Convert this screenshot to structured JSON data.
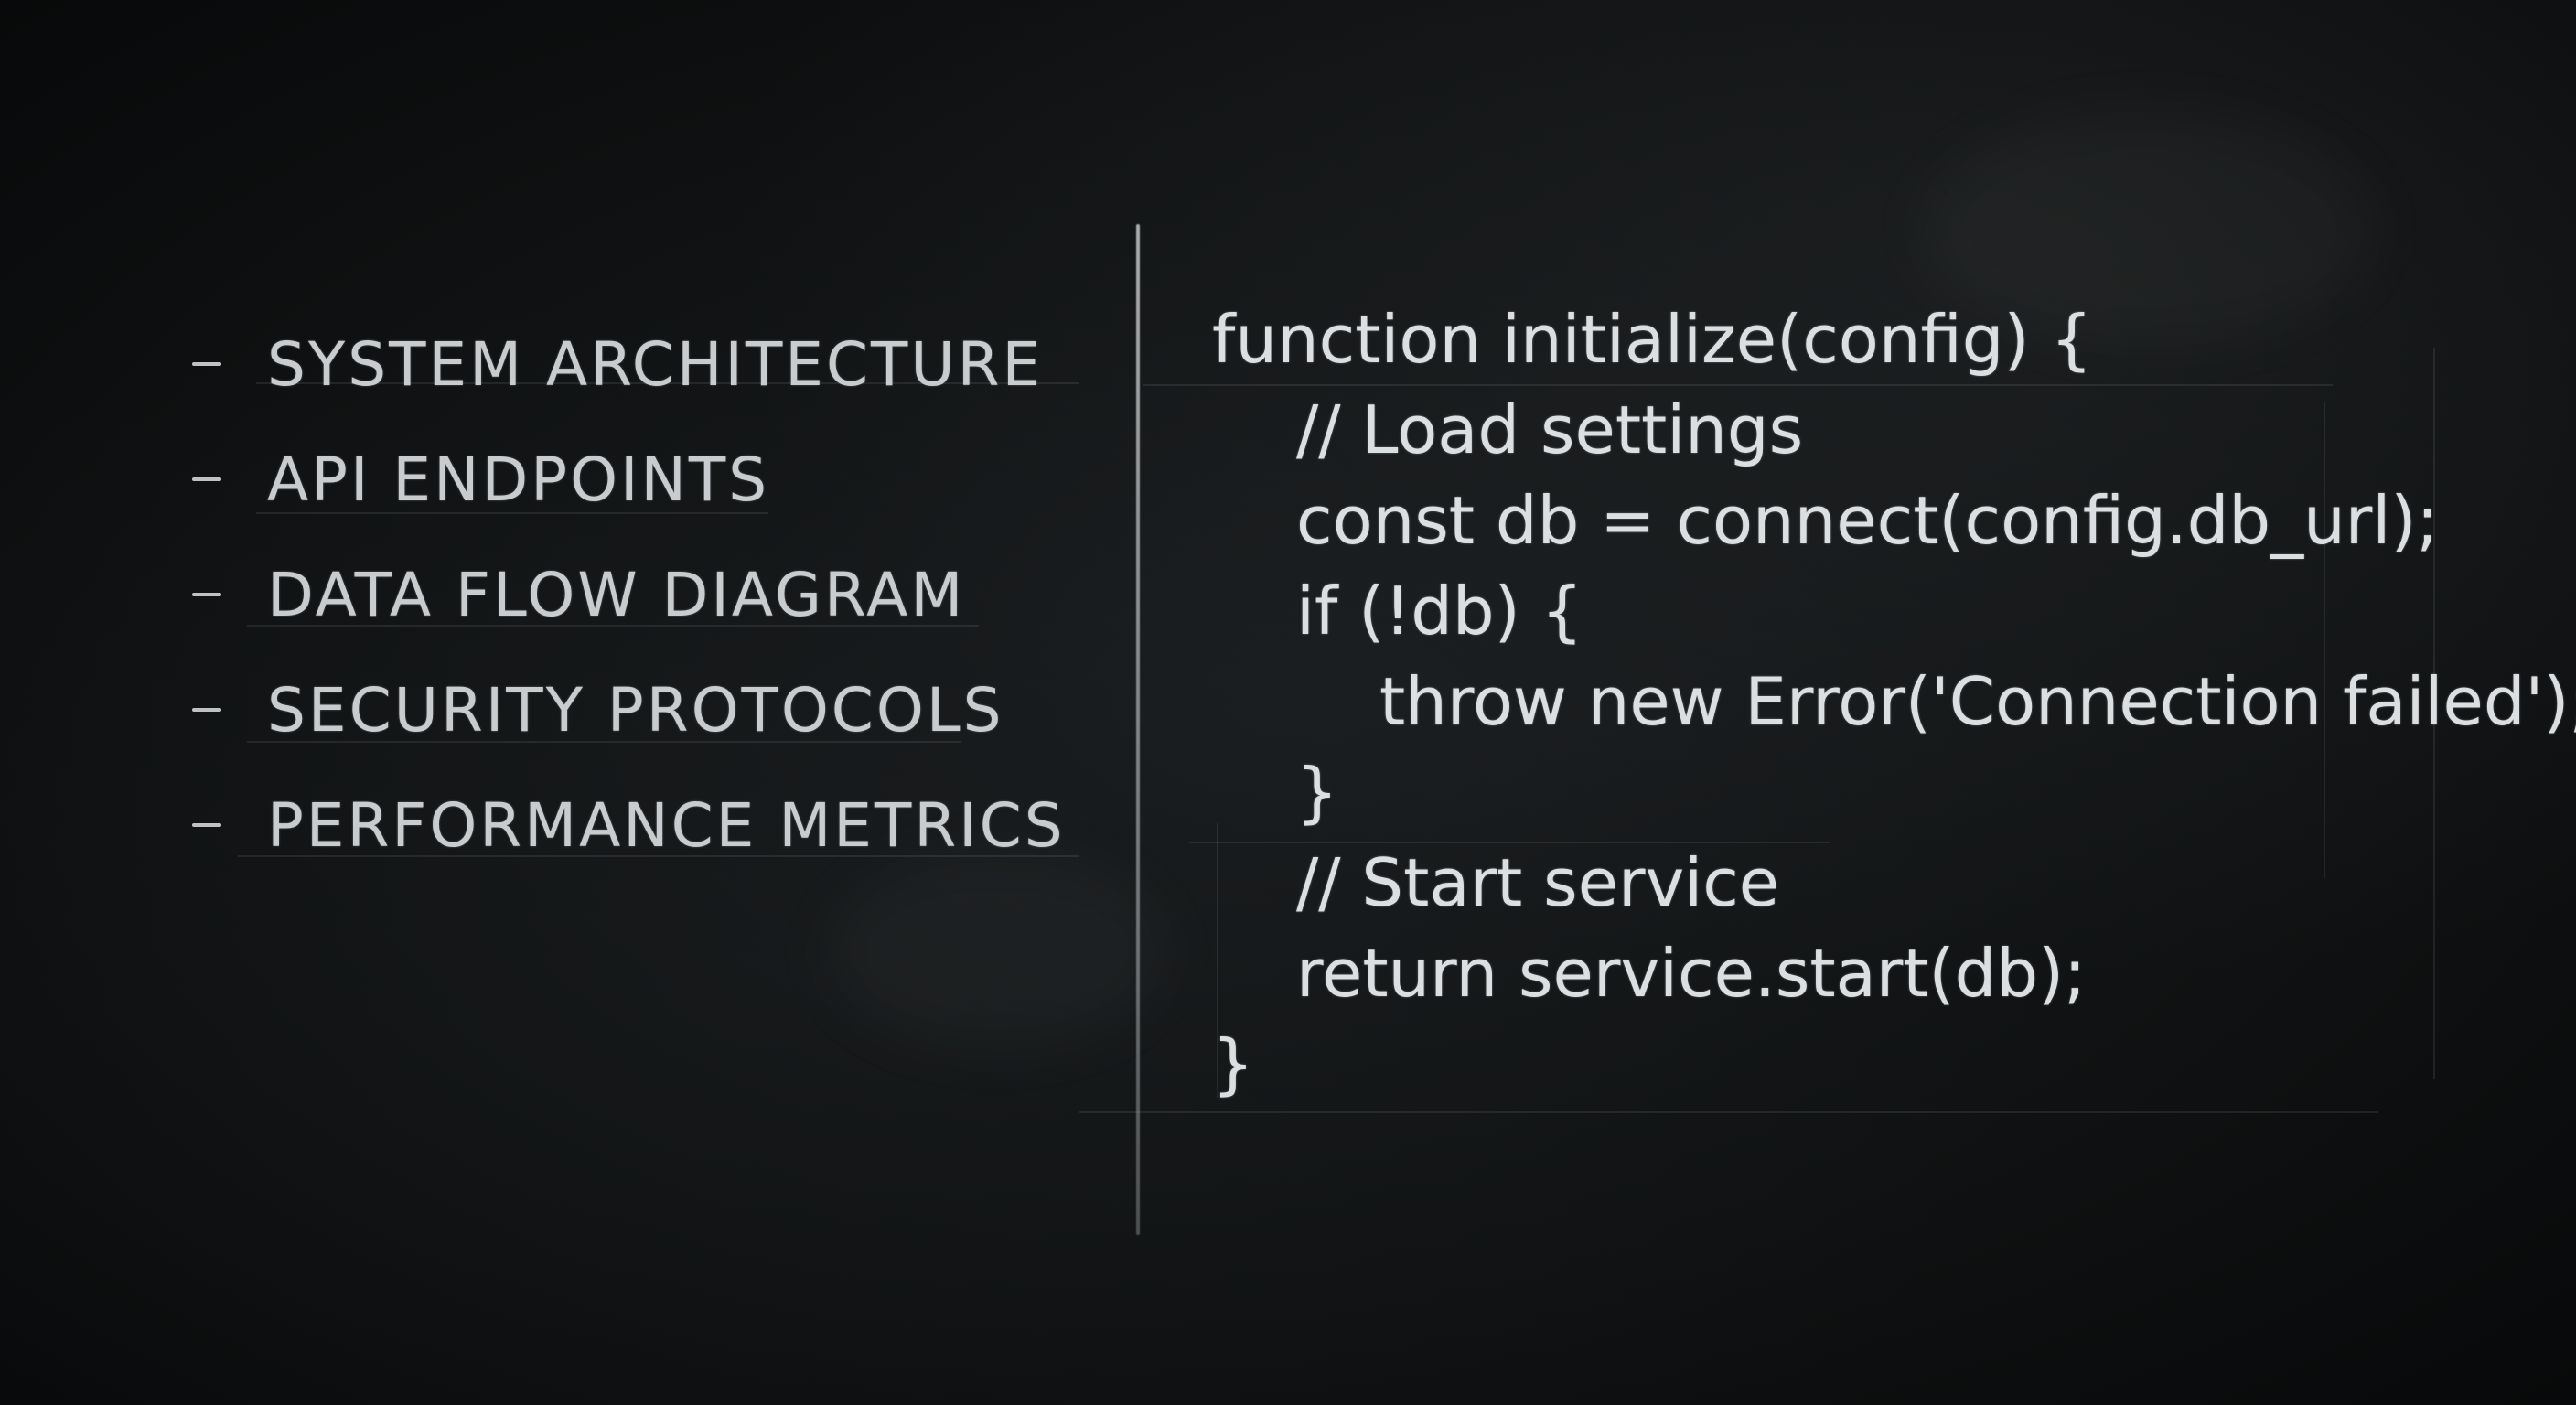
{
  "topics": [
    {
      "label": "SYSTEM ARCHITECTURE"
    },
    {
      "label": "API ENDPOINTS"
    },
    {
      "label": "DATA FLOW DIAGRAM"
    },
    {
      "label": "SECURITY PROTOCOLS"
    },
    {
      "label": "PERFORMANCE METRICS"
    }
  ],
  "code": {
    "lines": [
      "function initialize(config) {",
      "// Load settings",
      "const db = connect(config.db_url);",
      "if (!db) {",
      "throw new Error('Connection failed');",
      "}",
      "// Start service",
      "return service.start(db);",
      "}"
    ]
  },
  "colors": {
    "board": "#0f1112",
    "chalk": "#d8dbde"
  }
}
